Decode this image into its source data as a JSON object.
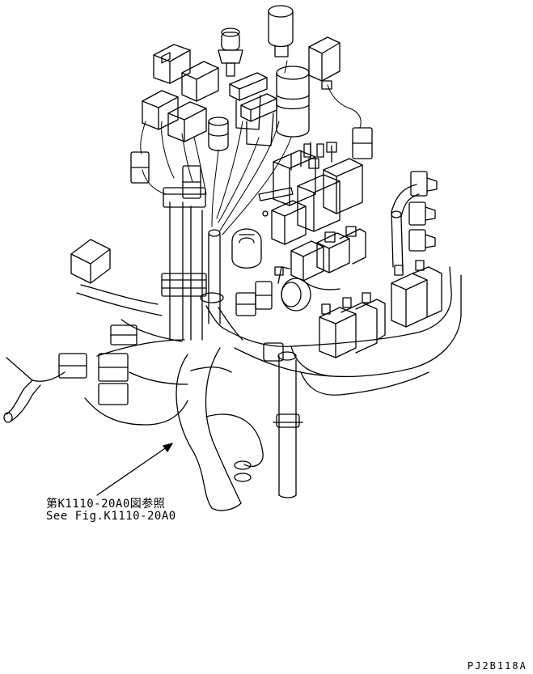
{
  "figure": {
    "reference_note_jp": "第K1110-20A0図参照",
    "reference_note_en": "See Fig.K1110-20A0",
    "drawing_code": "PJ2B118A"
  },
  "colors": {
    "line": "#000000",
    "background": "#ffffff"
  }
}
